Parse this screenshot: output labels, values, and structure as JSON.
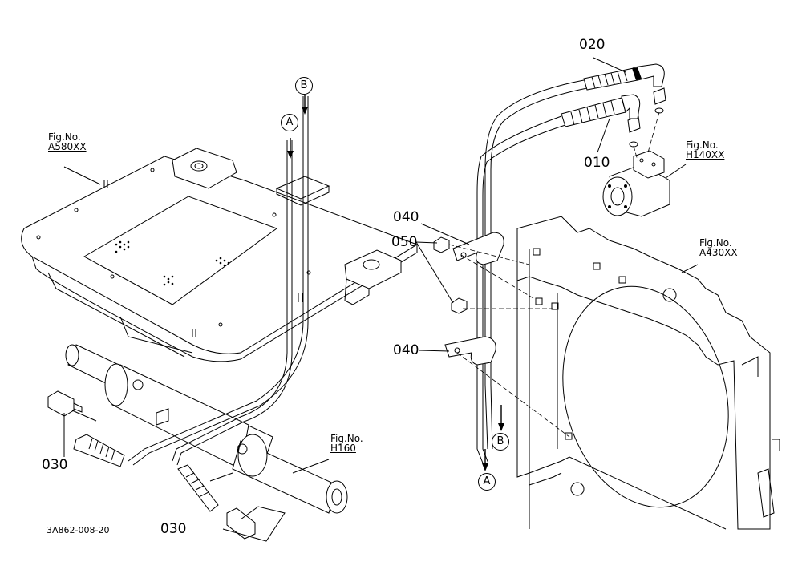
{
  "parts": {
    "p020": "020",
    "p010": "010",
    "p040_top": "040",
    "p050": "050",
    "p040_bottom": "040",
    "p030_left": "030",
    "p030_bottom": "030"
  },
  "figure_refs": {
    "a580": {
      "label": "Fig.No.",
      "number": "A580XX"
    },
    "h140": {
      "label": "Fig.No.",
      "number": "H140XX"
    },
    "a430": {
      "label": "Fig.No.",
      "number": "A430XX"
    },
    "h160": {
      "label": "Fig.No.",
      "number": "H160"
    }
  },
  "markers": {
    "a_top": "A",
    "b_top": "B",
    "a_bottom": "A",
    "b_bottom": "B"
  },
  "drawing_code": "3A862-008-20"
}
